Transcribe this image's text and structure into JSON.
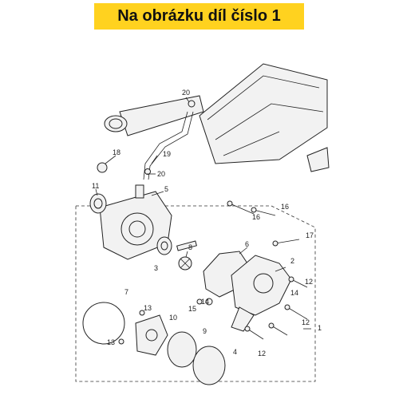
{
  "banner": {
    "text": "Na obrázku díl číslo 1",
    "color": "#ffd21f"
  },
  "callouts": [
    "1",
    "2",
    "3",
    "4",
    "5",
    "6",
    "7",
    "8",
    "9",
    "10",
    "11",
    "12",
    "12",
    "12",
    "13",
    "13",
    "14",
    "14",
    "15",
    "16",
    "16",
    "17",
    "18",
    "19",
    "20",
    "20"
  ]
}
